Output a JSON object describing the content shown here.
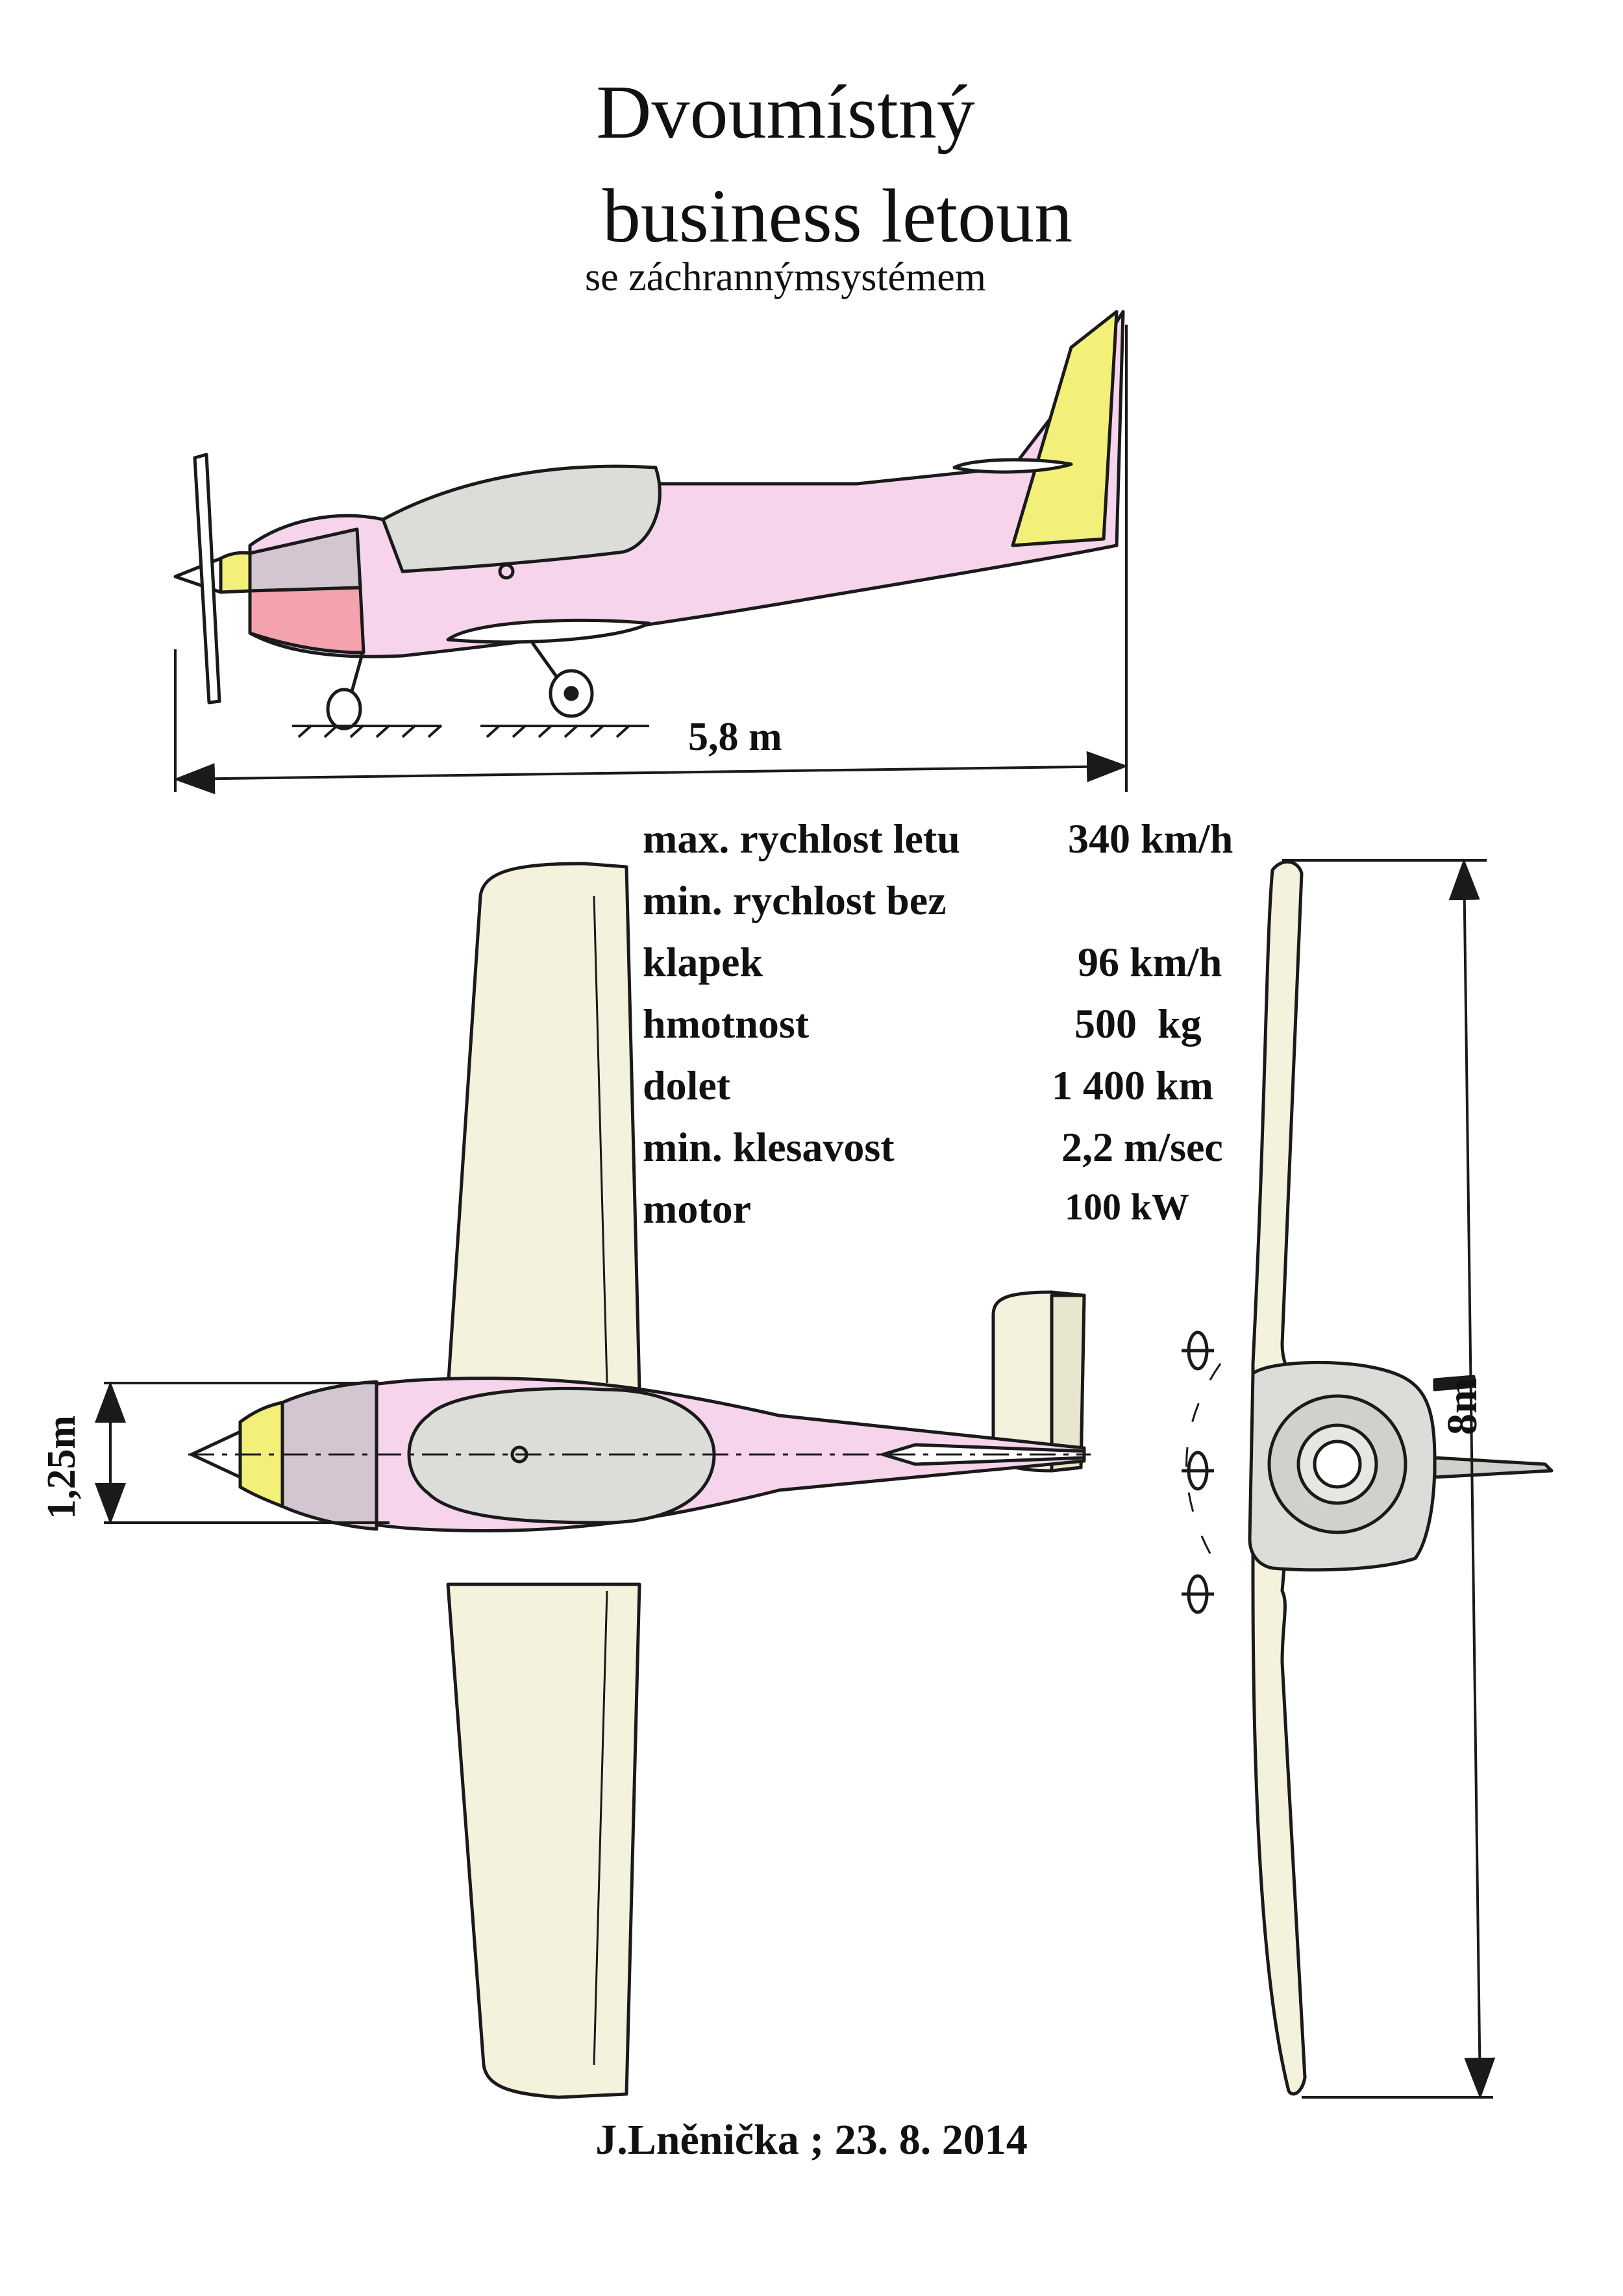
{
  "title": {
    "line1": "Dvoumístný",
    "line2": "business letoun",
    "line3": "se záchrannýmsystémem"
  },
  "specs": [
    {
      "label": "max. rychlost letu",
      "value": "340 km/h"
    },
    {
      "label": "min. rychlost bez",
      "value": ""
    },
    {
      "label": "klapek",
      "value": "96 km/h"
    },
    {
      "label": "hmotnost",
      "value": "500  kg"
    },
    {
      "label": "dolet",
      "value": "1 400 km"
    },
    {
      "label": "min. klesavost",
      "value": "2,2 m/sec"
    },
    {
      "label": "motor",
      "value": "100 kW"
    }
  ],
  "dimensions": {
    "length": "5,8 m",
    "fuselage_width": "1,25m",
    "wingspan": "8m"
  },
  "footer": "J.Lněnička ; 23. 8. 2014",
  "colors": {
    "fuselage": "#f5d4ec",
    "canopy": "#dcdcd8",
    "wing": "#f4f1dc",
    "cowling": "#f3f07a",
    "engine_panel": "#d4c6d0",
    "lower_cowl": "#f3a2ae",
    "ink": "#1a1a1a"
  }
}
